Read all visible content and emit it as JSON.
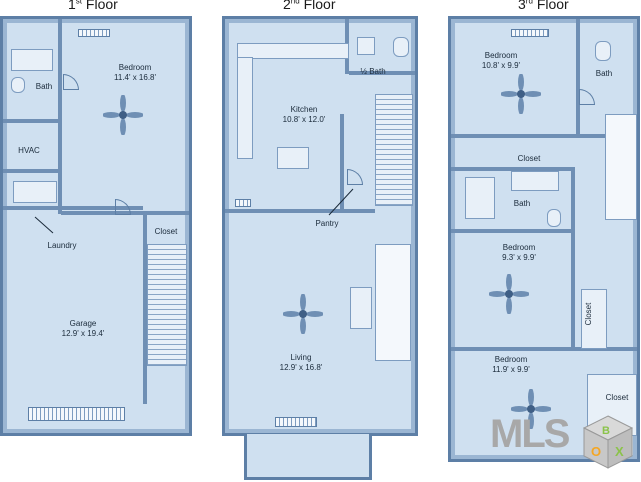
{
  "floors": [
    {
      "ordinal": "1",
      "suffix": "st",
      "word": "Floor"
    },
    {
      "ordinal": "2",
      "suffix": "nd",
      "word": "Floor"
    },
    {
      "ordinal": "3",
      "suffix": "rd",
      "word": "Floor"
    }
  ],
  "rooms": {
    "f1_bedroom": {
      "name": "Bedroom",
      "size": "11.4' x 16.8'"
    },
    "f1_bath": {
      "name": "Bath"
    },
    "f1_hvac": {
      "name": "HVAC"
    },
    "f1_laundry": {
      "name": "Laundry"
    },
    "f1_closet": {
      "name": "Closet"
    },
    "f1_garage": {
      "name": "Garage",
      "size": "12.9' x 19.4'"
    },
    "f2_bath": {
      "name": "½ Bath"
    },
    "f2_kitchen": {
      "name": "Kitchen",
      "size": "10.8' x 12.0'"
    },
    "f2_pantry": {
      "name": "Pantry"
    },
    "f2_living": {
      "name": "Living",
      "size": "12.9' x 16.8'"
    },
    "f3_bedroom_a": {
      "name": "Bedroom",
      "size": "10.8' x 9.9'"
    },
    "f3_bath_a": {
      "name": "Bath"
    },
    "f3_closet_a": {
      "name": "Closet"
    },
    "f3_bath_b": {
      "name": "Bath"
    },
    "f3_bedroom_b": {
      "name": "Bedroom",
      "size": "9.3' x 9.9'"
    },
    "f3_closet_b": {
      "name": "Closet"
    },
    "f3_bedroom_c": {
      "name": "Bedroom",
      "size": "11.9' x 9.9'"
    },
    "f3_closet_c": {
      "name": "Closet"
    }
  },
  "logo": {
    "text": "MLS",
    "box_letters": [
      "B",
      "O",
      "X"
    ]
  },
  "colors": {
    "wall": "#5d7fa6",
    "floor": "#cfe0f0",
    "logo_grey": "#a8a8a8",
    "logo_green": "#8bc34a",
    "logo_orange": "#f5a623"
  }
}
